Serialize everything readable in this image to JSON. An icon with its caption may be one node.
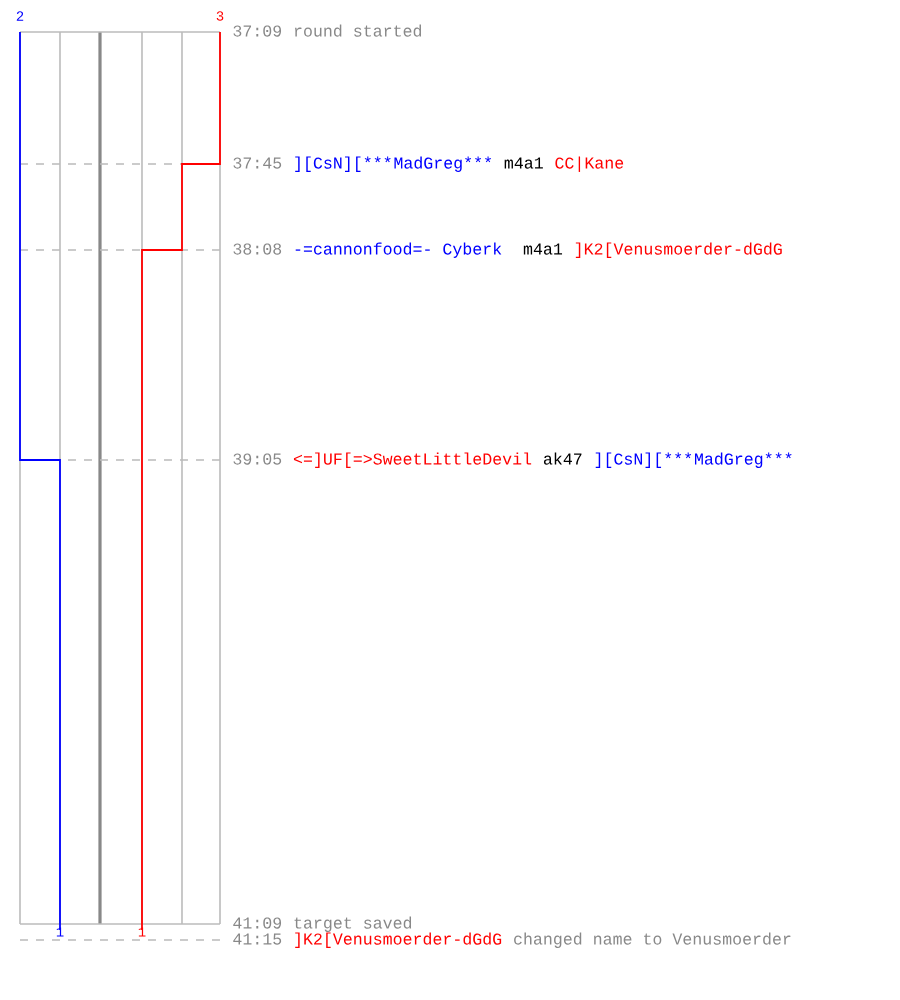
{
  "diagram": {
    "labels": [
      "2",
      "3",
      "37:09",
      "round started",
      "37:45",
      "][CsN][***",
      "MadGreg***",
      "m4a1",
      "CC|Kane",
      "38:08",
      "-=cannonfood=- Cyberk",
      "m4a1",
      "]K2[Venusmoerder-dGdG",
      "39:05",
      "<=]UF[=>SweetLittleDevil",
      "ak47",
      "][CsN][***",
      "MadGreg***",
      "41:09",
      "target saved",
      "1",
      "1",
      "41:15",
      "]K2[Venusmoerder-dGdG",
      "changed name to Venusmoerder"
    ]
  }
}
